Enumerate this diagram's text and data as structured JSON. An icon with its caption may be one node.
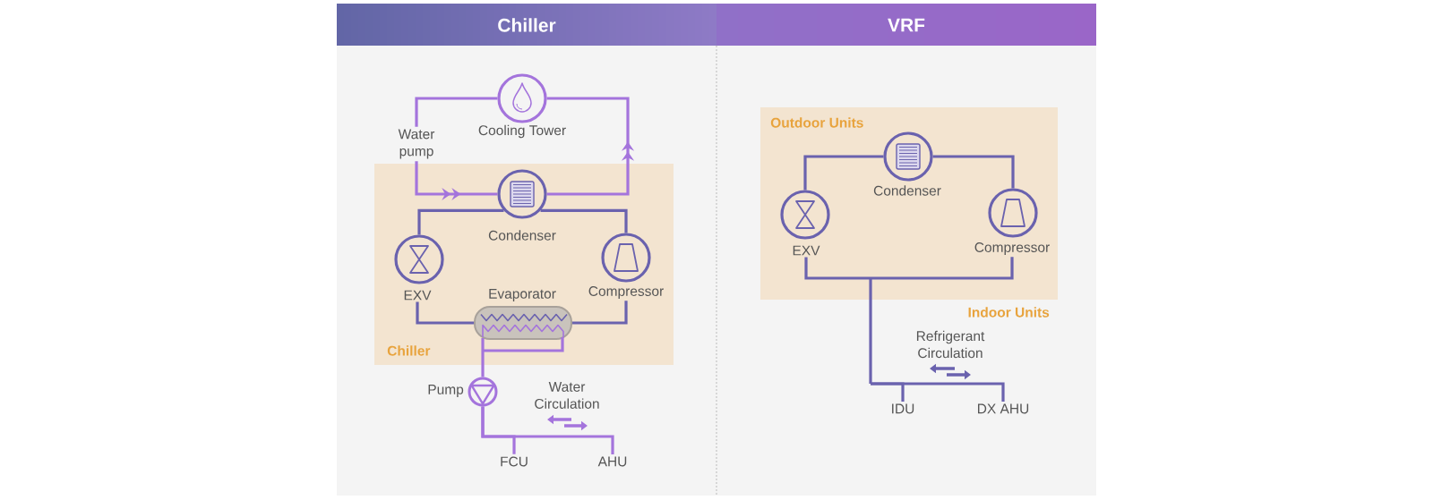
{
  "diagram": {
    "nodes": [
      {
        "text": [
          "Chiller"
        ]
      },
      {
        "text": [
          "Cooling Tower"
        ],
        "in": 0
      },
      {
        "text": [
          "Water pump"
        ],
        "in": 0
      },
      {
        "text": [
          "Chiller"
        ],
        "in": 0
      },
      {
        "text": [
          "Condenser"
        ],
        "in": 3
      },
      {
        "text": [
          "EXV"
        ],
        "in": 3
      },
      {
        "text": [
          "Compressor"
        ],
        "in": 3
      },
      {
        "text": [
          "Evaporator"
        ],
        "in": 3
      },
      {
        "text": [
          "Pump"
        ],
        "in": 0
      },
      {
        "text": [
          "FCU"
        ],
        "in": 0
      },
      {
        "text": [
          "AHU"
        ],
        "in": 0
      },
      {
        "text": [
          "VRF"
        ]
      },
      {
        "text": [
          "Outdoor Units"
        ],
        "in": 11
      },
      {
        "text": [
          "Condenser"
        ],
        "in": 12
      },
      {
        "text": [
          "EXV"
        ],
        "in": 12
      },
      {
        "text": [
          "Compressor"
        ],
        "in": 12
      },
      {
        "text": [
          "IDU"
        ],
        "in": 11
      },
      {
        "text": [
          "DX AHU"
        ],
        "in": 11
      }
    ],
    "edges": [
      {
        "from": 6,
        "to": 4,
        "arrow": "none"
      },
      {
        "from": 4,
        "to": 5,
        "arrow": "none"
      },
      {
        "from": 5,
        "to": 7,
        "arrow": "none"
      },
      {
        "from": 7,
        "to": 6,
        "arrow": "none"
      },
      {
        "from": 1,
        "to": 2,
        "arrow": "none",
        "color": "#a474dc"
      },
      {
        "from": 2,
        "to": 4,
        "arrow": "to",
        "color": "#a474dc"
      },
      {
        "from": 4,
        "to": 1,
        "arrow": "to",
        "color": "#a474dc"
      },
      {
        "from": 7,
        "to": 8,
        "arrow": "none",
        "color": "#a474dc"
      },
      {
        "from": 8,
        "to": 9,
        "arrow": "none",
        "color": "#a474dc"
      },
      {
        "from": 8,
        "to": 10,
        "arrow": "none",
        "color": "#a474dc"
      },
      {
        "from": 15,
        "to": 13,
        "arrow": "none"
      },
      {
        "from": 13,
        "to": 14,
        "arrow": "none"
      },
      {
        "from": 14,
        "to": 16,
        "arrow": "none"
      },
      {
        "from": 14,
        "to": 17,
        "arrow": "none"
      },
      {
        "from": 16,
        "to": 15,
        "arrow": "none"
      },
      {
        "from": 17,
        "to": 15,
        "arrow": "none"
      }
    ],
    "labels": [
      "Water Circulation",
      "Indoor Units",
      "Refrigerant Circulation"
    ]
  }
}
